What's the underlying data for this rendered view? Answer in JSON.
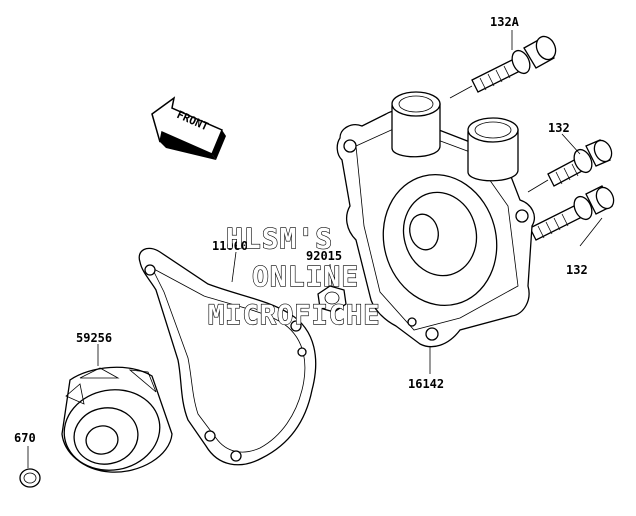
{
  "parts": {
    "bolt_top": "132A",
    "bolt_mid": "132",
    "bolt_low": "132",
    "gasket": "11060",
    "nut": "92015",
    "impeller": "59256",
    "oring": "670",
    "cover": "16142"
  },
  "front_arrow": "FRONT",
  "watermark": {
    "line1": "HLSM'S",
    "line2": "ONLINE",
    "line3": "MICROFICHE"
  }
}
